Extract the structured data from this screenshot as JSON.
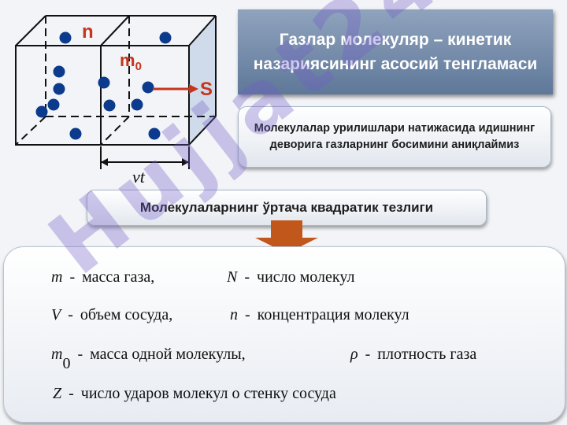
{
  "title": "Газлар молекуляр – кинетик назариясининг асосий тенгламаси",
  "subtitle": "Молекулалар урилишлари натижасида идишнинг деворига газларнинг босимини аниқлаймиз",
  "middle_label": "Молекулаларнинг ўртача квадратик тезлиги",
  "diagram": {
    "label_n": "n",
    "label_m0": "m",
    "label_m0_sub": "0",
    "label_s": "S",
    "label_vt": "vt",
    "colors": {
      "dots": "#0c3a8d",
      "labels": "#c7351d",
      "arrow": "#c7351d"
    }
  },
  "definitions": [
    {
      "symbol": "m",
      "sub": "",
      "dash": "-",
      "text": "масса  газа,"
    },
    {
      "symbol": "N",
      "sub": "",
      "dash": "-",
      "text": "число молекул"
    },
    {
      "symbol": "V",
      "sub": "",
      "dash": "-",
      "text": "объем сосуда,"
    },
    {
      "symbol": "n",
      "sub": "",
      "dash": "-",
      "text": "концентрация молекул"
    },
    {
      "symbol": "m",
      "sub": "0",
      "dash": "-",
      "text": "масса одной молекулы,"
    },
    {
      "symbol": "ρ",
      "sub": "",
      "dash": "-",
      "text": "плотность газа"
    },
    {
      "symbol": "Z",
      "sub": "",
      "dash": "-",
      "text": "число ударов молекул о стенку сосуда"
    }
  ],
  "watermark": "Hujjat24"
}
